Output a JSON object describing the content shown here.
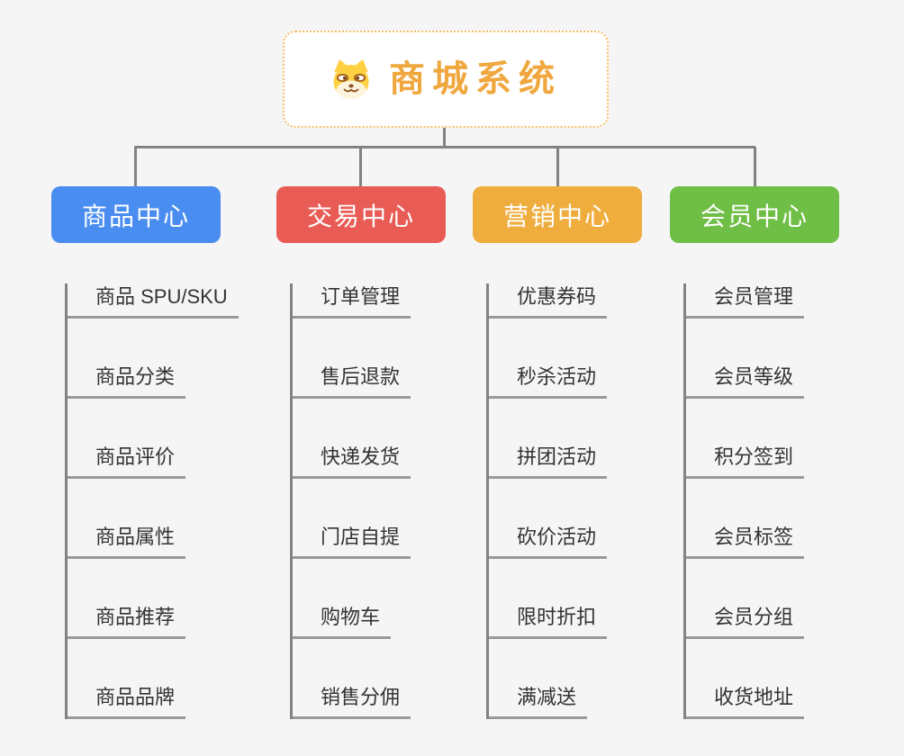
{
  "root": {
    "title": "商城系统",
    "icon": "dog-face-icon"
  },
  "branches": [
    {
      "label": "商品中心",
      "color": "#4a8df0",
      "children": [
        "商品 SPU/SKU",
        "商品分类",
        "商品评价",
        "商品属性",
        "商品推荐",
        "商品品牌"
      ]
    },
    {
      "label": "交易中心",
      "color": "#e95b55",
      "children": [
        "订单管理",
        "售后退款",
        "快递发货",
        "门店自提",
        "购物车",
        "销售分佣"
      ]
    },
    {
      "label": "营销中心",
      "color": "#efad3e",
      "children": [
        "优惠券码",
        "秒杀活动",
        "拼团活动",
        "砍价活动",
        "限时折扣",
        "满减送"
      ]
    },
    {
      "label": "会员中心",
      "color": "#6fbe45",
      "children": [
        "会员管理",
        "会员等级",
        "积分签到",
        "会员标签",
        "会员分组",
        "收货地址"
      ]
    }
  ],
  "colors": {
    "background": "#f5f5f5",
    "root_border": "#f7bd66",
    "root_title": "#efa73e",
    "connector": "#828282",
    "child_underline": "#999999",
    "child_text": "#333333"
  }
}
